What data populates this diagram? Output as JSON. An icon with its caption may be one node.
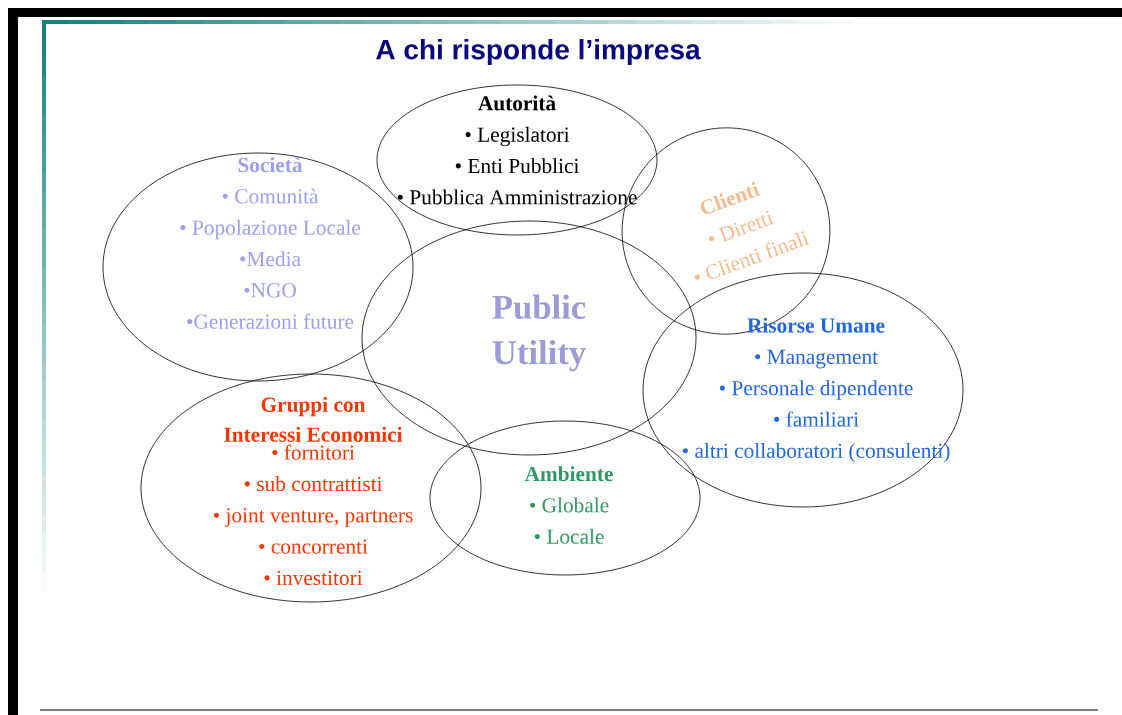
{
  "diagram": {
    "title": "A chi risponde l’impresa",
    "nodes": [
      {
        "text": [
          "Autorità",
          "• Legislatori",
          "• Enti Pubblici",
          "• Pubblica Amministrazione"
        ]
      },
      {
        "text": [
          "Società",
          "• Comunità",
          "• Popolazione Locale",
          "•Media",
          "•NGO",
          "•Generazioni future"
        ]
      },
      {
        "text": [
          "Clienti",
          "• Diretti",
          "• Clienti finali"
        ]
      },
      {
        "text": [
          "Public Utility"
        ]
      },
      {
        "text": [
          "Risorse Umane",
          "• Management",
          "• Personale dipendente",
          "• familiari",
          "• altri collaboratori (consulenti)"
        ]
      },
      {
        "text": [
          "Gruppi con Interessi Economici",
          "• fornitori",
          "• sub contrattisti",
          "• joint venture, partners",
          "• concorrenti",
          "• investitori"
        ]
      },
      {
        "text": [
          "Ambiente",
          "• Globale",
          "• Locale"
        ]
      }
    ]
  }
}
